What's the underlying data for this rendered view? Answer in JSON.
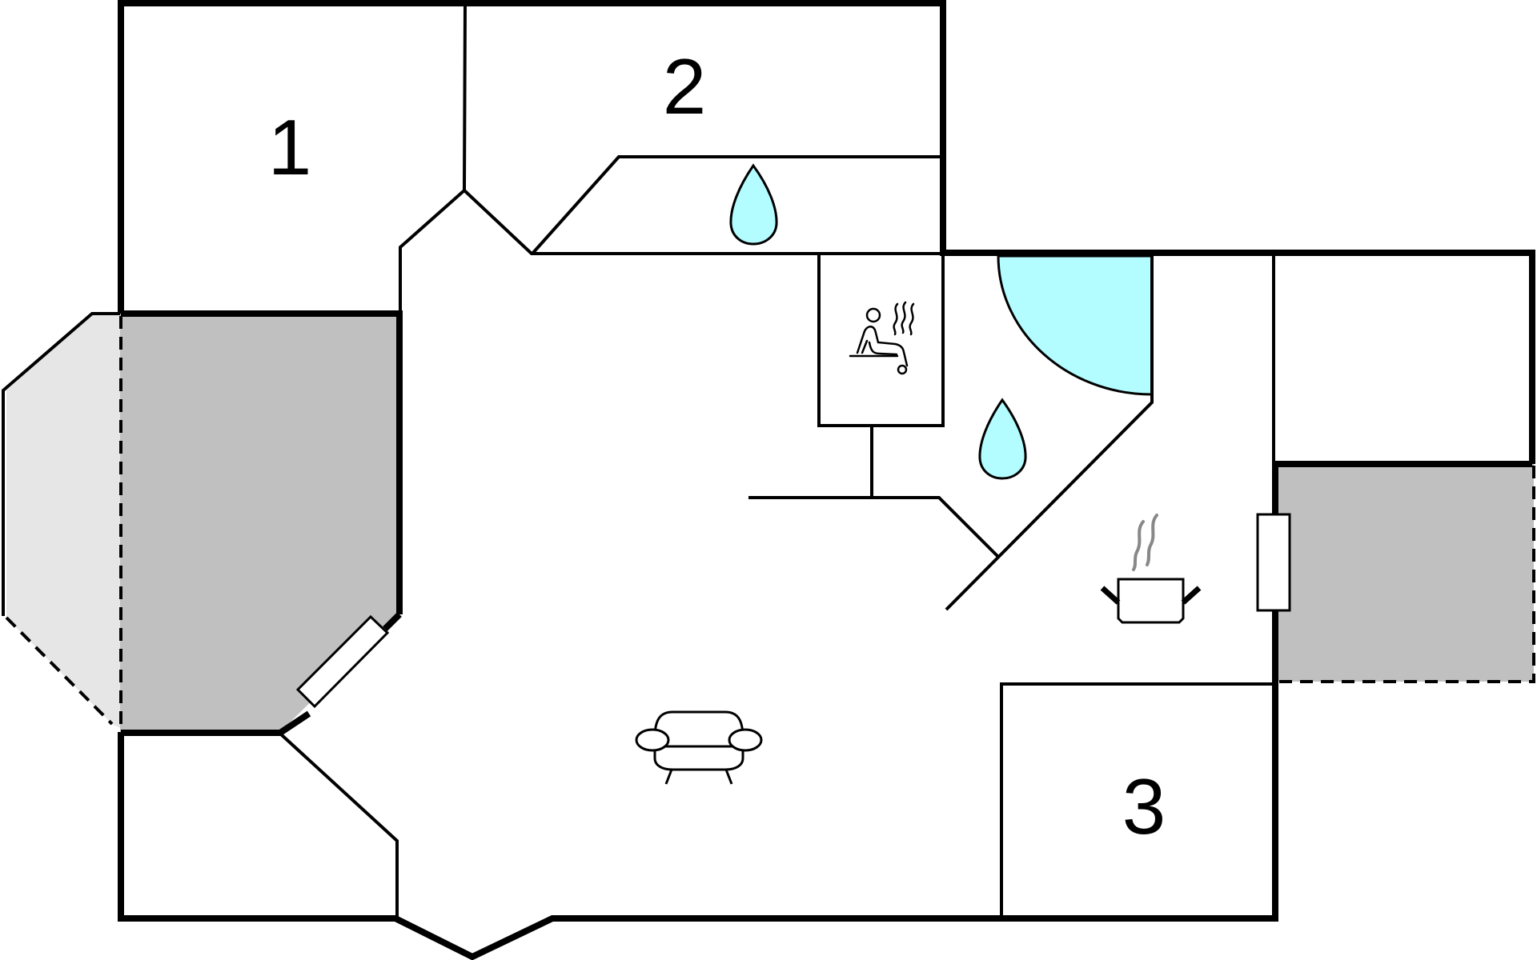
{
  "floorplan": {
    "rooms": [
      {
        "id": "1",
        "label": "1"
      },
      {
        "id": "2",
        "label": "2"
      },
      {
        "id": "3",
        "label": "3"
      }
    ],
    "icons": [
      {
        "name": "shower-drop-icon",
        "meaning": "bathroom"
      },
      {
        "name": "shower-drop-icon",
        "meaning": "bathroom"
      },
      {
        "name": "sauna-icon",
        "meaning": "sauna"
      },
      {
        "name": "cooking-pot-icon",
        "meaning": "kitchen"
      },
      {
        "name": "sofa-icon",
        "meaning": "living room"
      }
    ],
    "colors": {
      "wall": "#000000",
      "terrace": "#c0c0c0",
      "outdoor": "#e6e6e6",
      "water": "#b3fcff",
      "icon_grey": "#888888"
    }
  }
}
